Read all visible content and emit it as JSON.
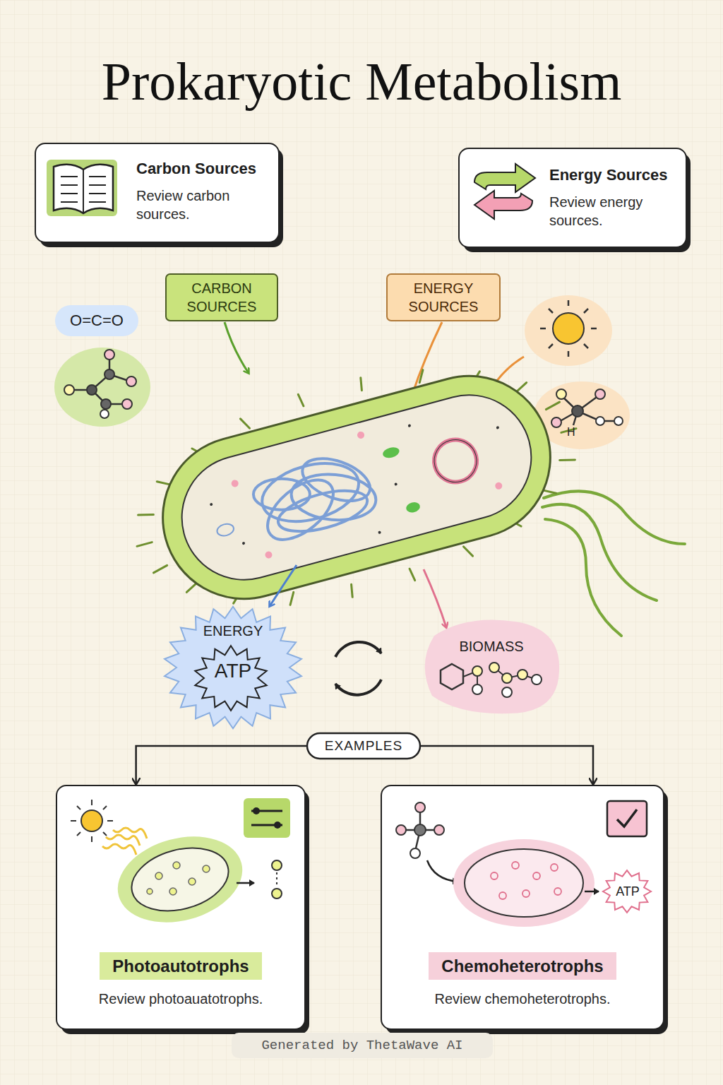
{
  "diagram": {
    "title": "Prokaryotic Metabolism",
    "nodes": [
      {
        "text": [
          "Carbon Sources",
          "Review carbon sources."
        ]
      },
      {
        "text": [
          "Energy Sources",
          "Review energy sources."
        ]
      },
      {
        "text": [
          "CARBON SOURCES"
        ]
      },
      {
        "text": [
          "ENERGY SOURCES"
        ]
      },
      {
        "text": [
          "O=C=O"
        ]
      },
      {
        "text": [
          "ENERGY",
          "ATP"
        ]
      },
      {
        "text": [
          "BIOMASS"
        ]
      },
      {
        "text": [
          "EXAMPLES"
        ]
      },
      {
        "text": [
          "Photoautotrophs",
          "Review photoauatotrophs."
        ]
      },
      {
        "text": [
          "Chemoheterotrophs",
          "Review chemoheterotrophs."
        ]
      },
      {
        "text": [
          "ATP"
        ],
        "in": 9
      },
      {
        "text": [
          "Generated by ThetaWave AI"
        ]
      }
    ],
    "edges": [
      {
        "from": 7,
        "to": 8,
        "arrow": "to"
      },
      {
        "from": 7,
        "to": 9,
        "arrow": "to"
      }
    ],
    "labels": [
      "H"
    ]
  }
}
